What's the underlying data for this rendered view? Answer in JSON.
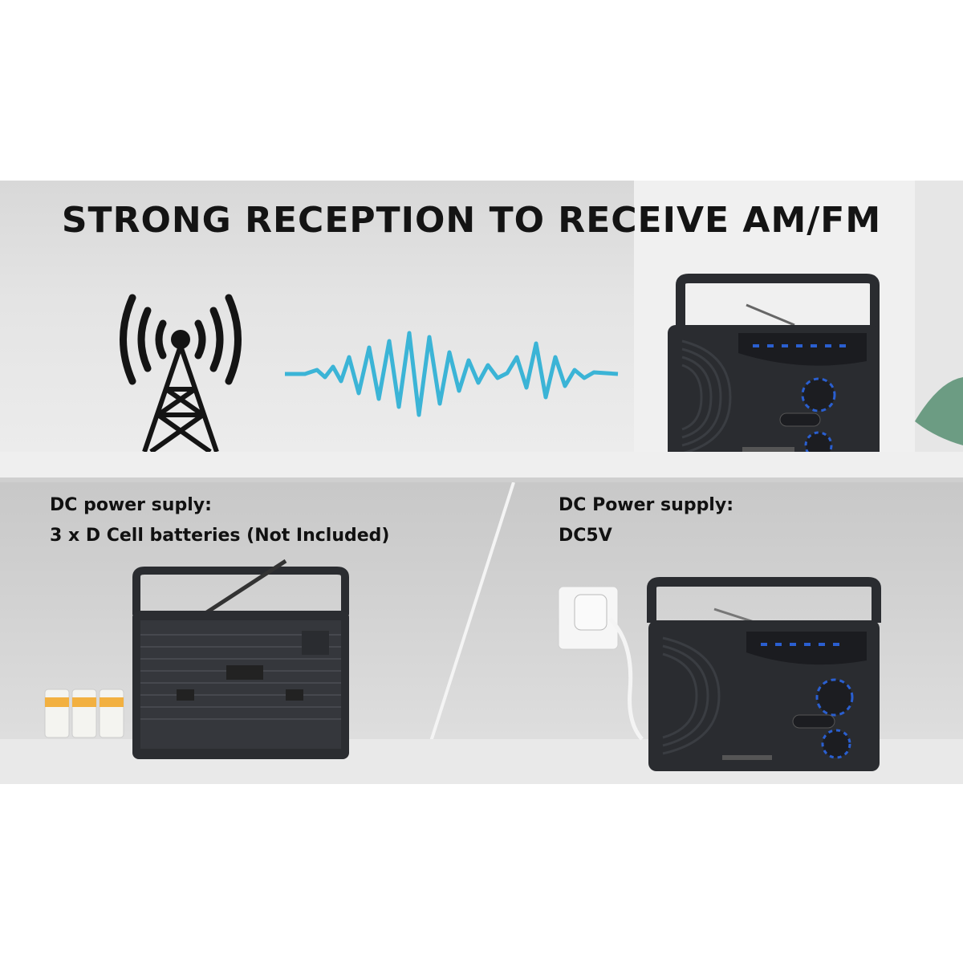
{
  "headline": "STRONG RECEPTION TO RECEIVE AM/FM",
  "left_panel": {
    "line1": "DC power suply:",
    "line2": "3 x D Cell batteries (Not Included)"
  },
  "right_panel": {
    "line1": "DC Power supply:",
    "line2": "DC5V"
  },
  "colors": {
    "wave": "#3bb4d6",
    "radio_body": "#2a2c30",
    "dial_blue": "#2a5fd0",
    "battery_band": "#f2b040"
  },
  "icons": [
    "broadcast-tower-icon",
    "radio-wave-icon"
  ]
}
